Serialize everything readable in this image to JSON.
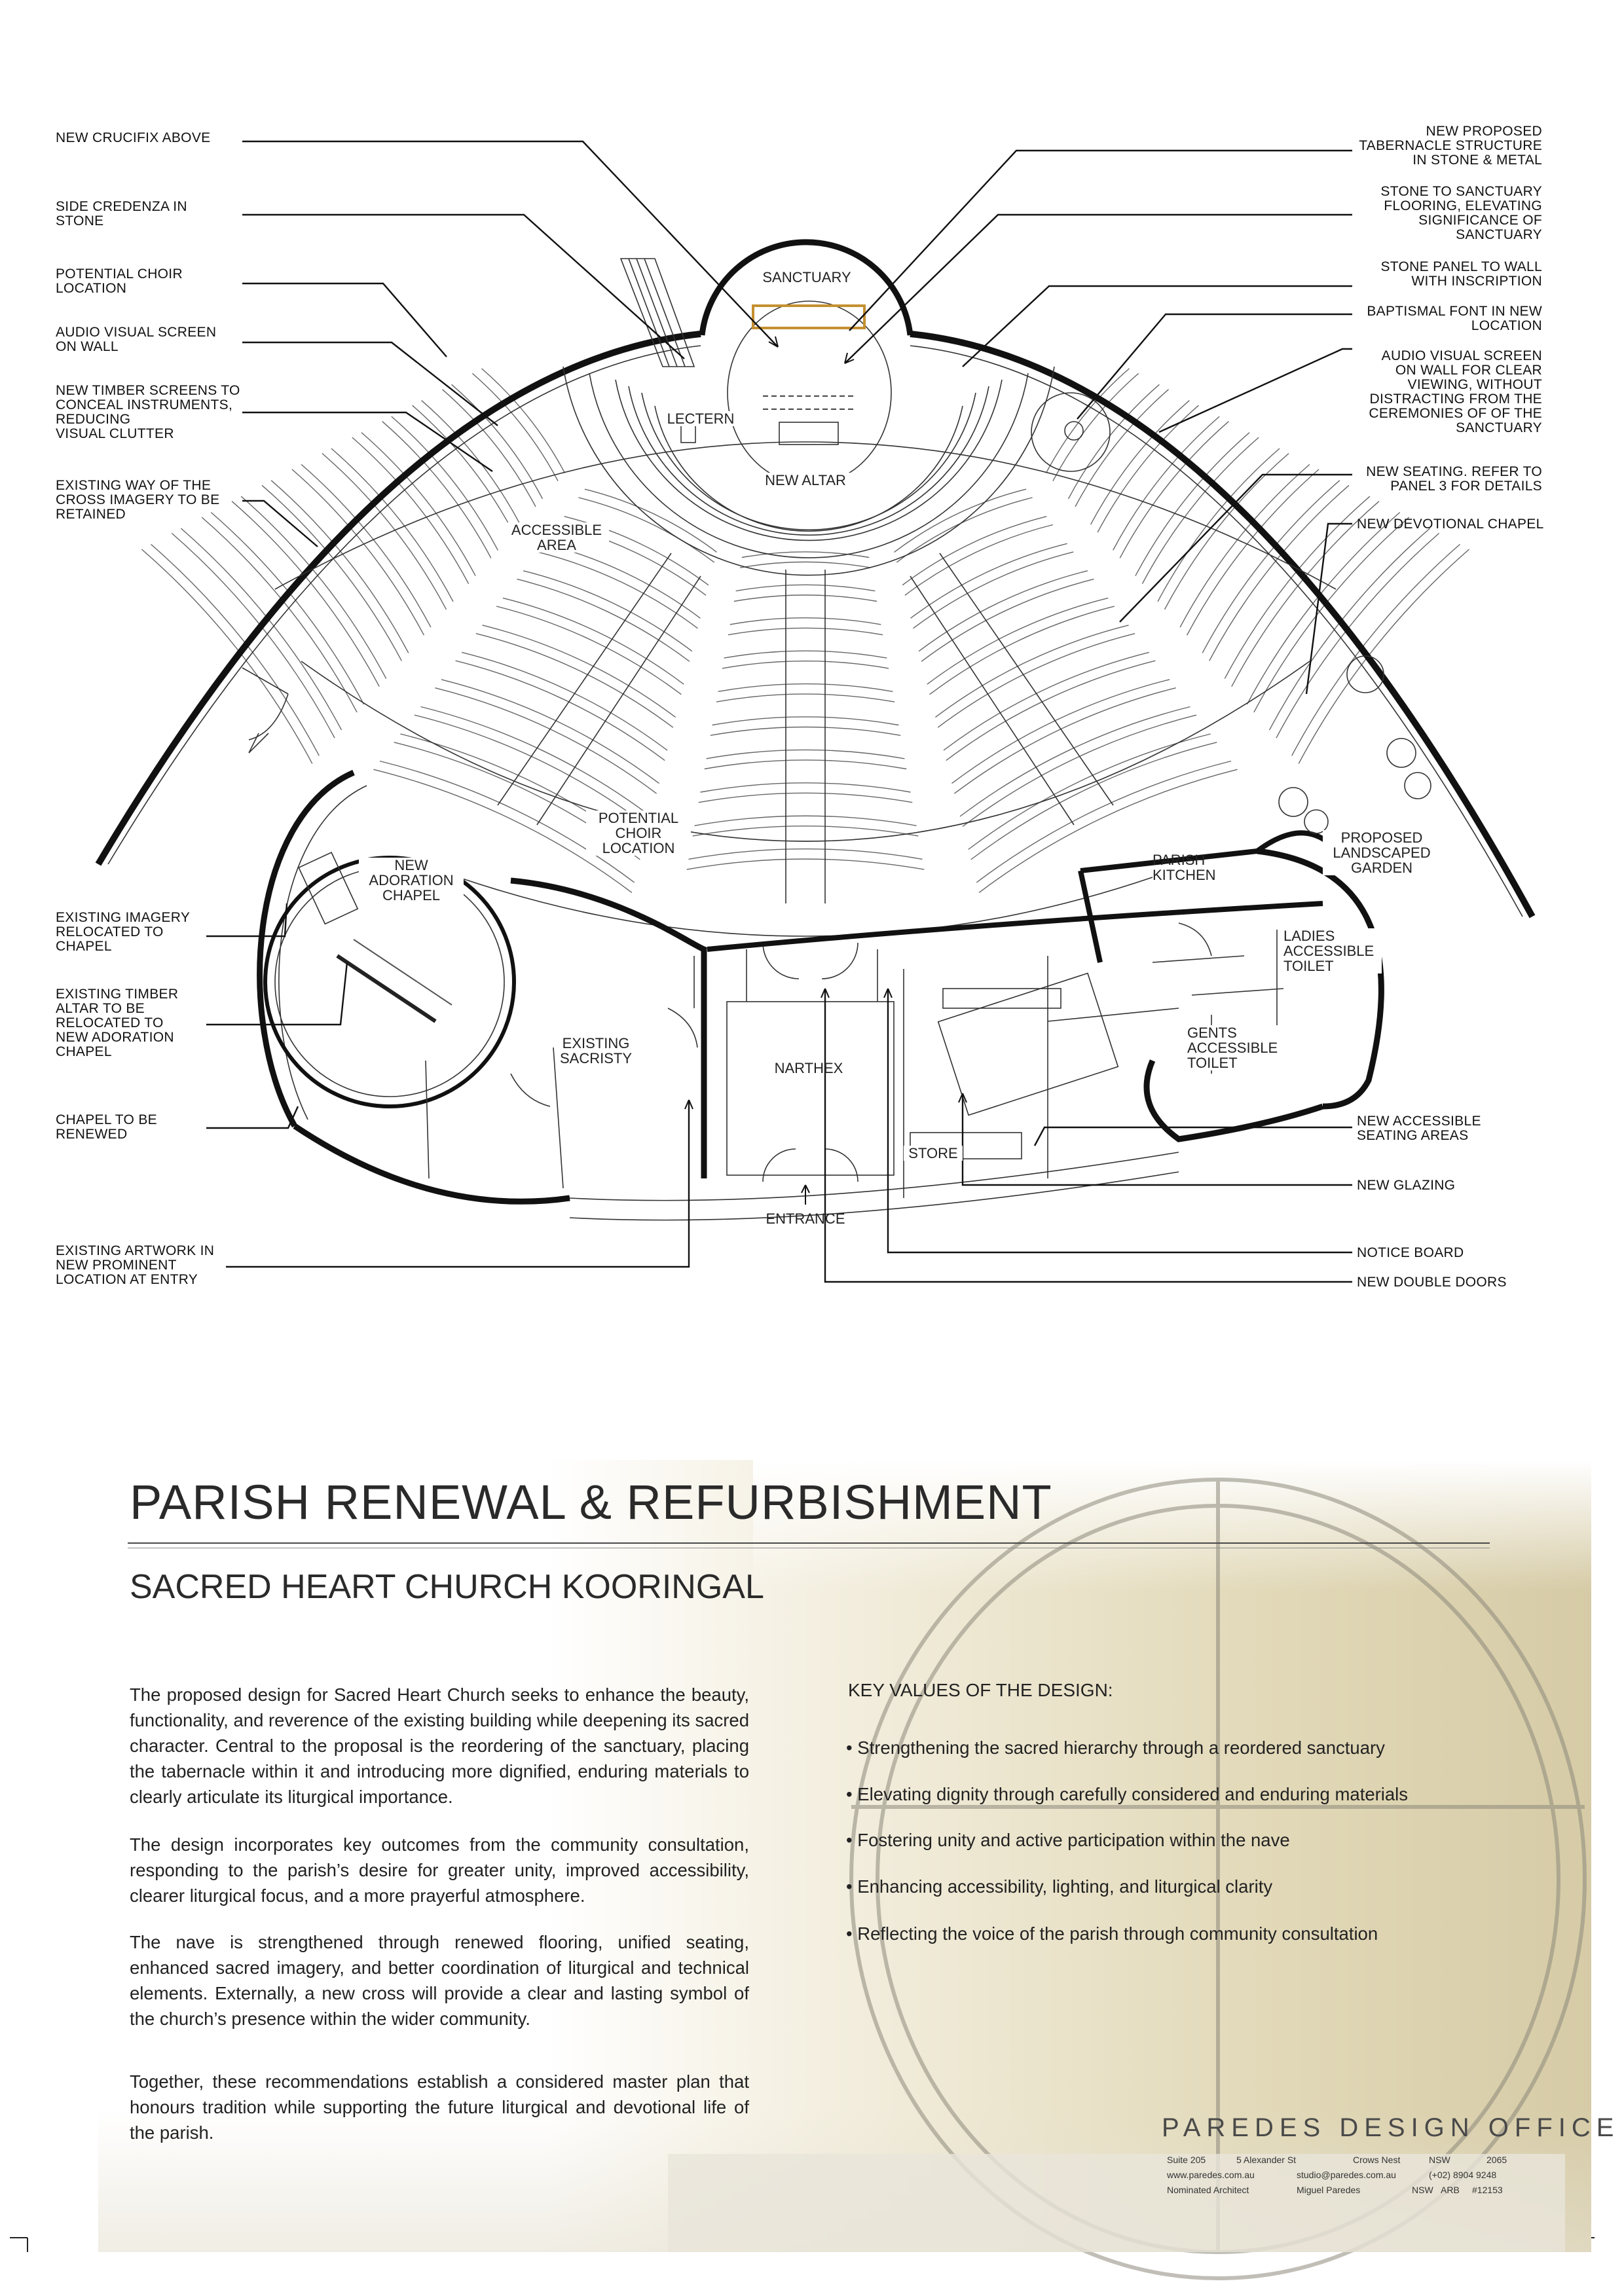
{
  "plan": {
    "left_labels": [
      "NEW CRUCIFIX ABOVE",
      "SIDE CREDENZA IN\nSTONE",
      "POTENTIAL CHOIR\nLOCATION",
      "AUDIO VISUAL SCREEN\nON WALL",
      "NEW TIMBER SCREENS TO\nCONCEAL INSTRUMENTS,\nREDUCING\nVISUAL CLUTTER",
      "EXISTING WAY OF THE\nCROSS IMAGERY TO BE\nRETAINED",
      "EXISTING IMAGERY\nRELOCATED TO\nCHAPEL",
      "EXISTING TIMBER\nALTAR TO BE\nRELOCATED TO\nNEW ADORATION\nCHAPEL",
      "CHAPEL TO BE\nRENEWED",
      "EXISTING ARTWORK IN\nNEW PROMINENT\nLOCATION AT ENTRY"
    ],
    "right_labels": [
      "NEW PROPOSED\nTABERNACLE STRUCTURE\nIN STONE & METAL",
      "STONE TO SANCTUARY\nFLOORING, ELEVATING\nSIGNIFICANCE OF\nSANCTUARY",
      "STONE PANEL TO WALL\nWITH INSCRIPTION",
      "BAPTISMAL FONT IN NEW\nLOCATION",
      "AUDIO VISUAL SCREEN\nON WALL FOR CLEAR\nVIEWING, WITHOUT\nDISTRACTING FROM THE\nCEREMONIES OF OF THE\nSANCTUARY",
      "NEW SEATING. REFER TO\nPANEL 3 FOR DETAILS",
      "NEW DEVOTIONAL CHAPEL",
      "NEW ACCESSIBLE\nSEATING AREAS",
      "NEW GLAZING",
      "NOTICE BOARD",
      "NEW DOUBLE DOORS"
    ],
    "rooms": {
      "sanctuary": "SANCTUARY",
      "lectern": "LECTERN",
      "new_altar": "NEW ALTAR",
      "accessible_area": "ACCESSIBLE\nAREA",
      "potential_choir": "POTENTIAL\nCHOIR\nLOCATION",
      "adoration_chapel": "NEW\nADORATION\nCHAPEL",
      "sacristy": "EXISTING\nSACRISTY",
      "narthex": "NARTHEX",
      "store": "STORE",
      "entrance": "ENTRANCE",
      "parish_kitchen": "PARISH\nKITCHEN",
      "landscaped_garden": "PROPOSED\nLANDSCAPED\nGARDEN",
      "ladies_toilet": "LADIES\nACCESSIBLE\nTOILET",
      "gents_toilet": "GENTS\nACCESSIBLE\nTOILET"
    }
  },
  "panel": {
    "title": "PARISH RENEWAL & REFURBISHMENT",
    "subtitle": "SACRED HEART CHURCH KOORINGAL",
    "paragraphs": [
      "The proposed design for Sacred Heart Church seeks to enhance the beauty, functionality, and reverence of the existing building while deepening its sacred character. Central to the proposal is the reordering of the sanctuary, placing the tabernacle within it and introducing more dignified, enduring materials to clearly articulate its liturgical importance.",
      "The design incorporates key outcomes from the community consultation, responding to the parish’s desire for greater unity, improved accessibility, clearer liturgical focus, and a more prayerful atmosphere.",
      "The nave is strengthened through renewed flooring, unified seating, enhanced sacred imagery, and better coordination of liturgical and technical elements. Externally, a new cross will provide a clear and lasting symbol of the church’s presence within the wider community.",
      "Together, these recommendations establish a considered master plan that honours tradition while supporting the future liturgical and devotional life of the parish."
    ],
    "key_values_title": "KEY VALUES OF THE DESIGN:",
    "key_values": [
      "• Strengthening the sacred hierarchy through a reordered sanctuary",
      "• Elevating dignity through carefully considered and enduring materials",
      "• Fostering unity and active participation within the nave",
      "• Enhancing accessibility, lighting, and liturgical clarity",
      "• Reflecting the voice of the parish through community consultation"
    ]
  },
  "firm": {
    "name": "PAREDES DESIGN OFFICE",
    "row1": [
      "Suite 205",
      "5 Alexander St",
      "Crows Nest",
      "NSW",
      "2065"
    ],
    "row2": [
      "www.paredes.com.au",
      "studio@paredes.com.au",
      "(+02) 8904 9248"
    ],
    "row3": [
      "Nominated Architect",
      "Miguel Paredes",
      "NSW",
      "ARB",
      "#12153"
    ]
  }
}
